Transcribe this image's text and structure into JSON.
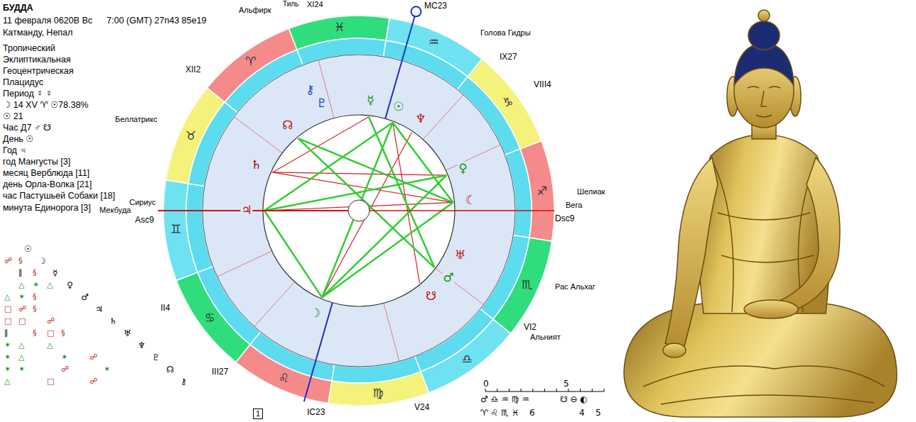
{
  "diagram": {
    "title": "БУДДА",
    "labels": [
      "11 февраля 0620В Вс",
      "7:00 (GMT) 27n43 85e19",
      "Катманду, Непал",
      "Тропический",
      "Эклиптикальная",
      "Геоцентрическая",
      "Плацидус",
      "Период ☿ ☿",
      "☽ 14 XV ♈ ☉78.38%",
      "☉ 21",
      "Час Д7 ♂ ☋",
      "День ☉",
      "Год ♃",
      "год Мангусты [3]",
      "месяц Верблюда [11]",
      "день Орла-Волка [21]",
      "час Пастушьей Собаки [18]",
      "минута Единорога [3]",
      "Тиль",
      "Альфирк",
      "Голова Гидры",
      "Беллатрикс",
      "Сириус",
      "Мекбуда",
      "Шелиак",
      "Вега",
      "Рас Альхаг",
      "Альният",
      "XI24",
      "MC23",
      "IX27",
      "XII2",
      "VIII4",
      "Asc9",
      "Dsc9",
      "II4",
      "VI2",
      "III27",
      "IC23",
      "V24",
      "♈",
      "♉",
      "♊",
      "♋",
      "♌",
      "♍",
      "♎",
      "♏",
      "♐",
      "♑",
      "♒",
      "♓",
      "⚷",
      "♇",
      "☿",
      "☉",
      "♆",
      "☊",
      "♄",
      "♃",
      "♀",
      "☾",
      "♅",
      "♂",
      "☋",
      "☽",
      "☉",
      "☽",
      "☿",
      "♀",
      "♂",
      "♃",
      "♄",
      "♅",
      "♆",
      "♇",
      "☊",
      "⚷",
      "☍",
      "§",
      "∥",
      "§",
      "△",
      "✶",
      "△",
      "△",
      "✶",
      "§",
      "□",
      "☍",
      "§",
      "□",
      "□",
      "☍",
      "∥",
      "§",
      "□",
      "§",
      "✶",
      "△",
      "△",
      "✶",
      "△",
      "✶",
      "☍",
      "✶",
      "✶",
      "☍",
      "✶",
      "△",
      "□",
      "☍",
      "1",
      "0",
      "5",
      "♂ ♎ ♒ ♍ ♒",
      "☋ ⊖ ◐",
      "♈ ♌ ♏ ♓",
      "6",
      "4",
      "5"
    ]
  }
}
